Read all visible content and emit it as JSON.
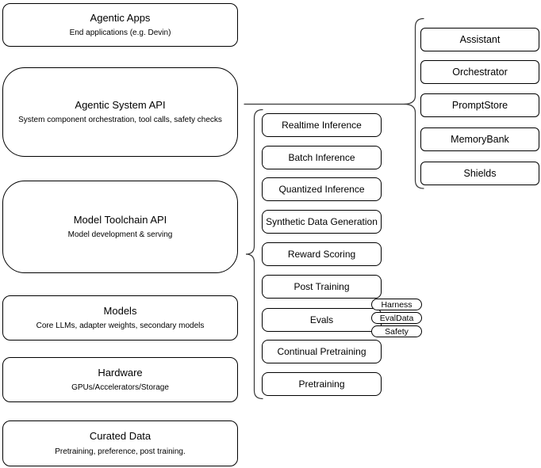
{
  "diagram": {
    "layers": [
      {
        "title": "Agentic Apps",
        "subtitle": "End applications (e.g. Devin)"
      },
      {
        "title": "Agentic System API",
        "subtitle": "System component orchestration, tool calls, safety checks"
      },
      {
        "title": "Model Toolchain API",
        "subtitle": "Model development & serving"
      },
      {
        "title": "Models",
        "subtitle": "Core LLMs, adapter weights, secondary models"
      },
      {
        "title": "Hardware",
        "subtitle": "GPUs/Accelerators/Storage"
      },
      {
        "title": "Curated Data",
        "subtitle": "Pretraining, preference, post training."
      }
    ],
    "toolchain_components": [
      "Realtime Inference",
      "Batch Inference",
      "Quantized Inference",
      "Synthetic Data Generation",
      "Reward Scoring",
      "Post Training",
      "Evals",
      "Continual Pretraining",
      "Pretraining"
    ],
    "eval_tags": [
      "Harness",
      "EvalData",
      "Safety"
    ],
    "system_components": [
      "Assistant",
      "Orchestrator",
      "PromptStore",
      "MemoryBank",
      "Shields"
    ],
    "colors": {
      "box_stroke": "#000000",
      "connector_stroke": "#383838",
      "background": "#ffffff",
      "text": "#000000"
    }
  }
}
